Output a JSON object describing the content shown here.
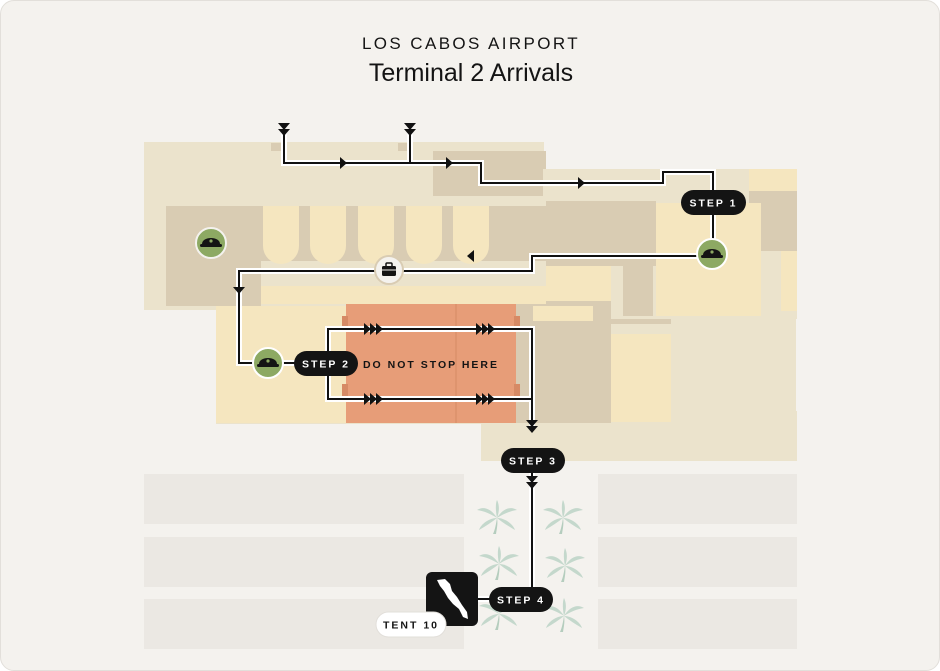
{
  "header": {
    "airport": "LOS CABOS AIRPORT",
    "title": "Terminal 2 Arrivals"
  },
  "steps": {
    "step1": "STEP 1",
    "step2": "STEP 2",
    "step3": "STEP 3",
    "step4": "STEP 4"
  },
  "zones": {
    "warning": "DO NOT STOP HERE",
    "tent": "TENT 10"
  },
  "icons": {
    "officer": "officer-cap-icon",
    "baggage": "briefcase-icon",
    "destination": "baja-peninsula-icon",
    "palm": "palm-tree-icon"
  },
  "colors": {
    "card": "#f4f2ee",
    "terminal": "#ebe3cc",
    "terminal_dark": "#d9ccb3",
    "light_zone": "#f5e6bf",
    "no_stop_zone": "#e79d78",
    "officer_badge": "#8da963",
    "palm": "#c4d8cc",
    "route": "#000000"
  }
}
